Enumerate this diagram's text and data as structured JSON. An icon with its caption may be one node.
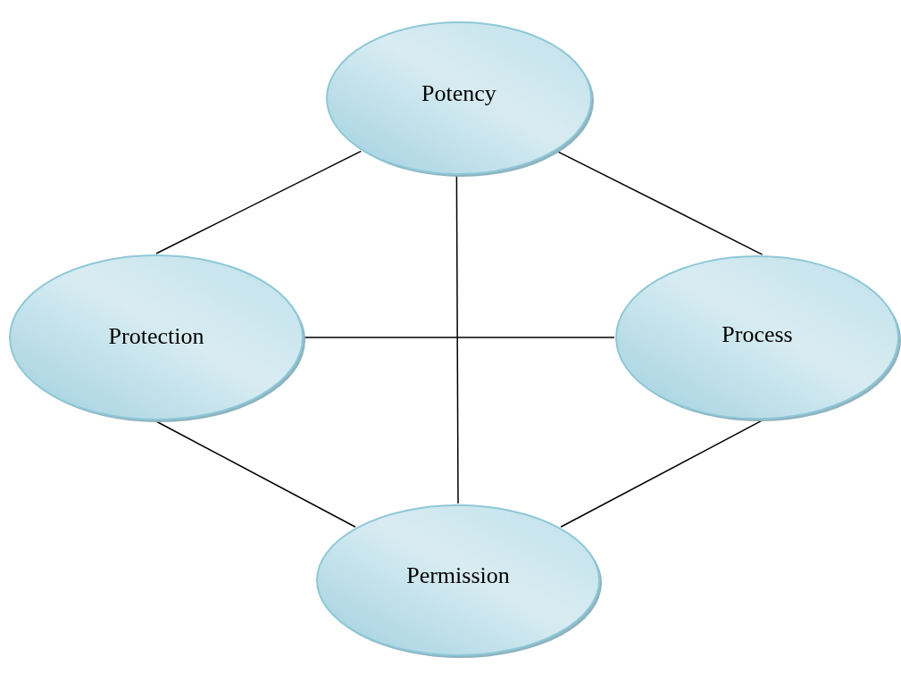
{
  "diagram": {
    "nodes": [
      {
        "text": [
          "Potency"
        ]
      },
      {
        "text": [
          "Protection"
        ]
      },
      {
        "text": [
          "Process"
        ]
      },
      {
        "text": [
          "Permission"
        ]
      }
    ],
    "edges": [
      {
        "from": 0,
        "to": 1,
        "arrow": "none"
      },
      {
        "from": 0,
        "to": 2,
        "arrow": "none"
      },
      {
        "from": 0,
        "to": 3,
        "arrow": "none"
      },
      {
        "from": 1,
        "to": 2,
        "arrow": "none"
      },
      {
        "from": 1,
        "to": 3,
        "arrow": "none"
      },
      {
        "from": 2,
        "to": 3,
        "arrow": "none"
      }
    ]
  }
}
